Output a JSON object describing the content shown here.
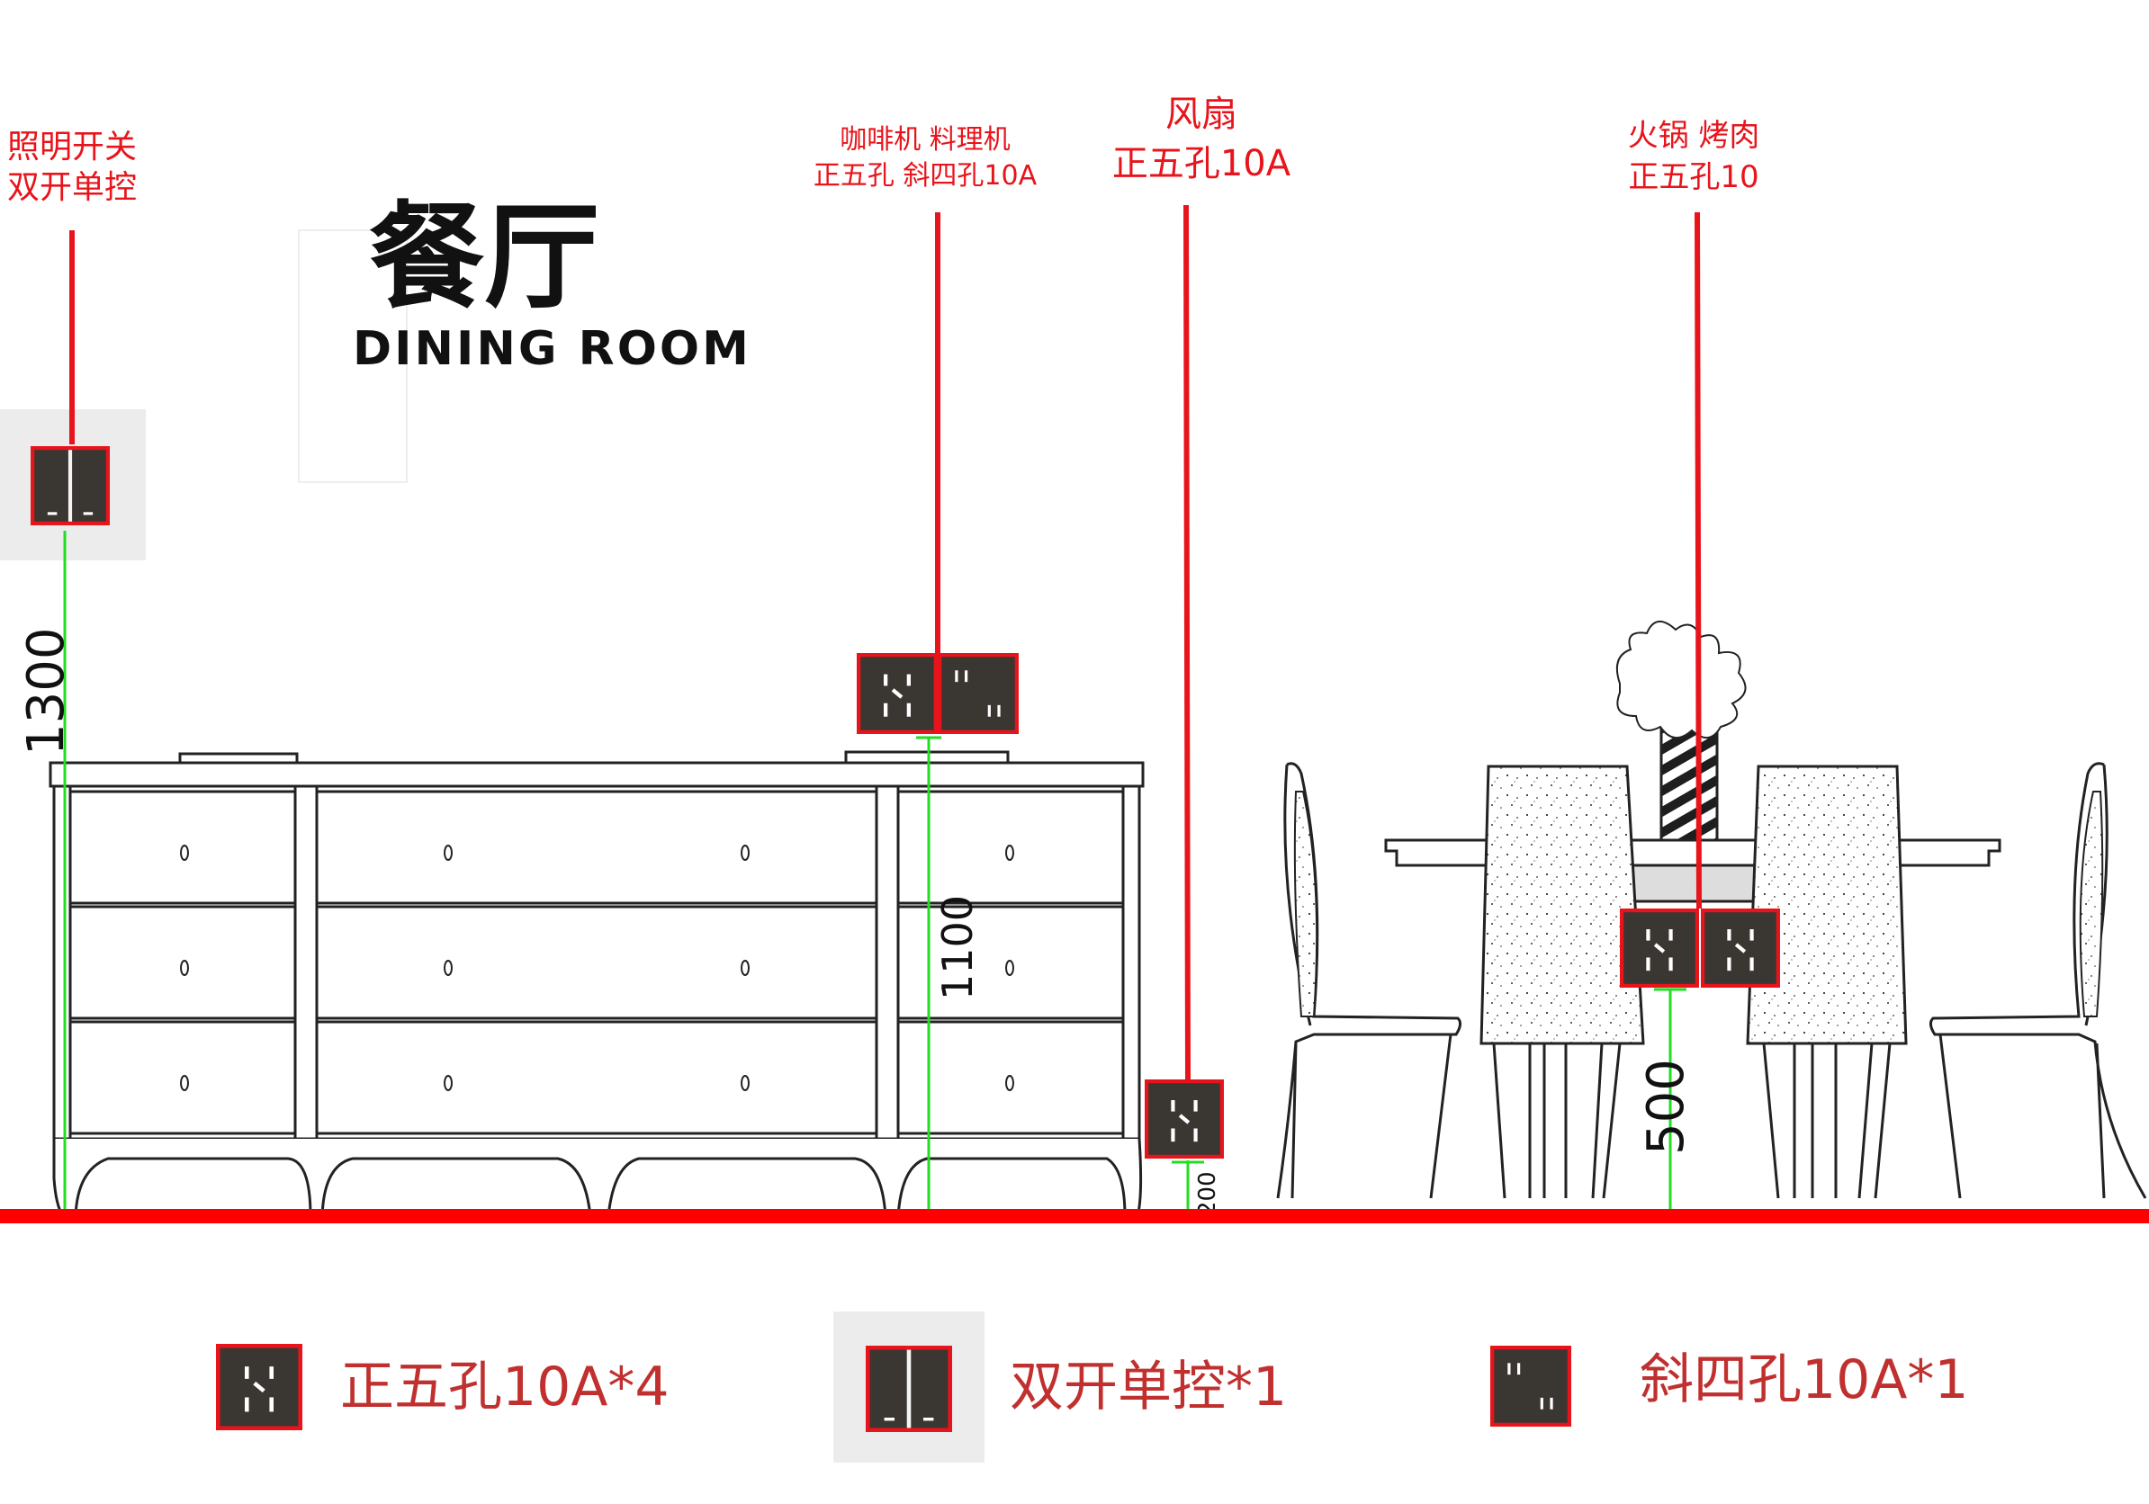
{
  "title": {
    "zh": "餐厅",
    "en": "DINING ROOM"
  },
  "callouts": [
    {
      "id": "switch",
      "lines": [
        "照明开关",
        "双开单控"
      ]
    },
    {
      "id": "coffee",
      "lines": [
        "咖啡机 料理机",
        "正五孔 斜四孔10A"
      ]
    },
    {
      "id": "fan",
      "lines": [
        "风扇",
        "正五孔10A"
      ]
    },
    {
      "id": "hotpot",
      "lines": [
        "火锅 烤肉",
        "正五孔10"
      ]
    }
  ],
  "dimensions": {
    "switch": "1300",
    "coffee": "1100",
    "fan": "200",
    "hotpot": "500"
  },
  "legend": [
    {
      "symbol": "five-hole-socket",
      "label": "正五孔10A*4"
    },
    {
      "symbol": "double-switch",
      "label": "双开单控*1"
    },
    {
      "symbol": "four-hole-socket",
      "label": "斜四孔10A*1"
    }
  ],
  "colors": {
    "callout_red": "#e8141b",
    "floor_red": "#ff0000",
    "dimension_green": "#22dd22",
    "socket_fill": "#3a3632",
    "line_dark": "#222222",
    "legend_text": "#c0302f"
  }
}
